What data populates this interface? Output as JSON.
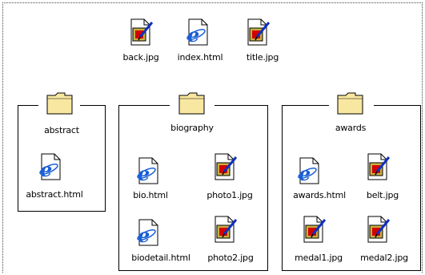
{
  "top_files": [
    {
      "name": "back.jpg",
      "icon": "jpg-file-icon"
    },
    {
      "name": "index.html",
      "icon": "html-file-icon"
    },
    {
      "name": "title.jpg",
      "icon": "jpg-file-icon"
    }
  ],
  "folders": {
    "abstract": {
      "label": "abstract",
      "files": [
        {
          "name": "abstract.html",
          "icon": "html-file-icon"
        }
      ]
    },
    "biography": {
      "label": "biography",
      "files": [
        {
          "name": "bio.html",
          "icon": "html-file-icon"
        },
        {
          "name": "photo1.jpg",
          "icon": "jpg-file-icon"
        },
        {
          "name": "biodetail.html",
          "icon": "html-file-icon"
        },
        {
          "name": "photo2.jpg",
          "icon": "jpg-file-icon"
        }
      ]
    },
    "awards": {
      "label": "awards",
      "files": [
        {
          "name": "awards.html",
          "icon": "html-file-icon"
        },
        {
          "name": "belt.jpg",
          "icon": "jpg-file-icon"
        },
        {
          "name": "medal1.jpg",
          "icon": "jpg-file-icon"
        },
        {
          "name": "medal2.jpg",
          "icon": "jpg-file-icon"
        }
      ]
    }
  },
  "colors": {
    "folder_fill": "#f8e7a0",
    "folder_stroke": "#000000",
    "ie_blue": "#1a5fd6",
    "image_red": "#d40000",
    "image_frame": "#c8b040",
    "pencil_blue": "#1030c0"
  }
}
